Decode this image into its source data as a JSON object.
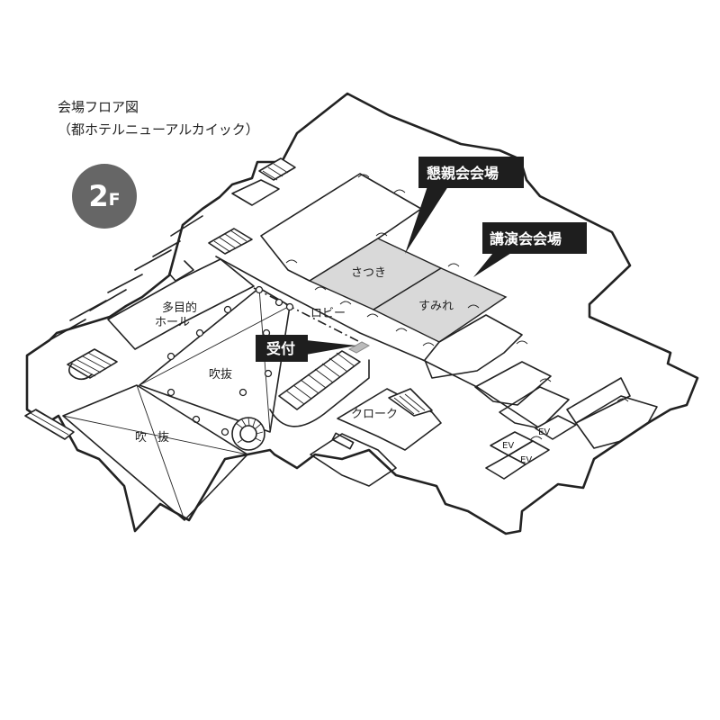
{
  "header": {
    "title": "会場フロア図",
    "subtitle": "（都ホテルニューアルカイック）"
  },
  "floor_badge": {
    "number": "2",
    "suffix": "F"
  },
  "callouts": {
    "konshin": "懇親会会場",
    "koen": "講演会会場",
    "uketsuke": "受付"
  },
  "rooms": {
    "satsuki": "さつき",
    "sumire": "すみれ",
    "lobby": "ロビー",
    "cloak": "クローク",
    "hall_line1": "多目的",
    "hall_line2": "ホール",
    "fukinuke": "吹抜",
    "fukinuke_left_a": "吹",
    "fukinuke_left_b": "抜",
    "ev": "EV"
  },
  "colors": {
    "callout_bg": "#1e1e1e",
    "highlight_room": "#d9d9d9",
    "badge": "#666666",
    "line": "#222222"
  }
}
